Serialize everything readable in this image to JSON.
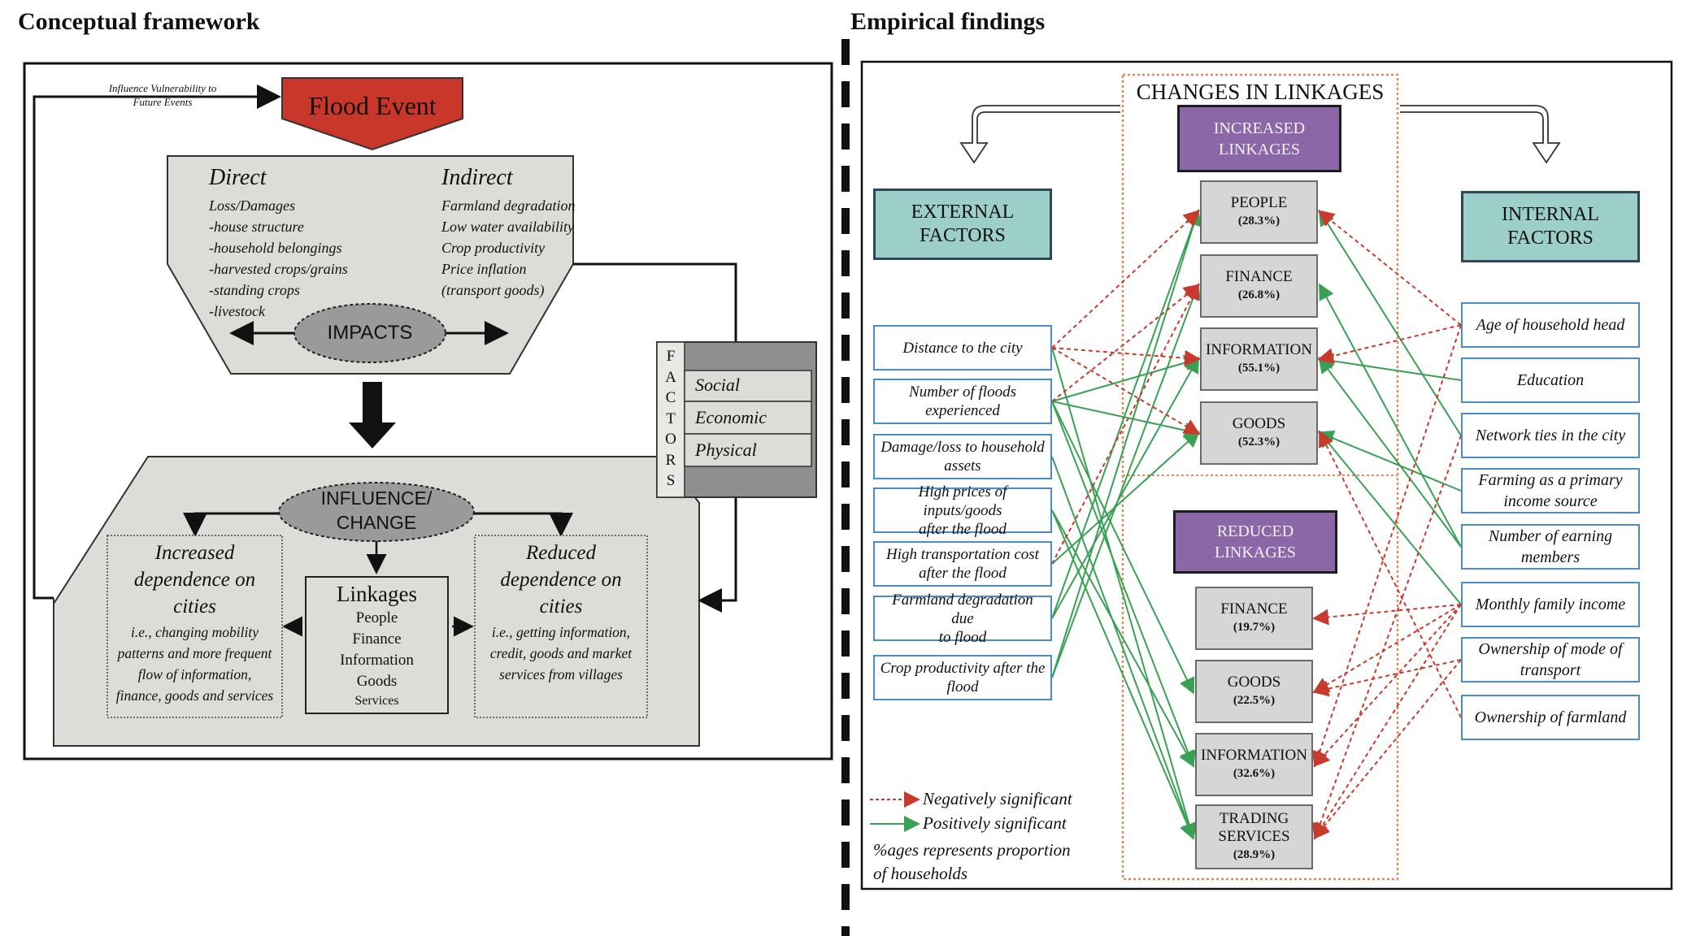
{
  "left": {
    "title": "Conceptual framework",
    "influence_label": [
      "Influence Vulnerability to",
      "Future Events"
    ],
    "flood_event": "Flood Event",
    "direct": {
      "heading": "Direct",
      "lines": [
        "Loss/Damages",
        "-house structure",
        "-household belongings",
        "-harvested crops/grains",
        "-standing crops",
        "-livestock"
      ]
    },
    "indirect": {
      "heading": "Indirect",
      "lines": [
        "Farmland degradation",
        "Low water availability",
        "Crop productivity",
        "Price inflation",
        "(transport goods)"
      ]
    },
    "impacts": "IMPACTS",
    "factors": {
      "vertical": [
        "F",
        "A",
        "C",
        "T",
        "O",
        "R",
        "S"
      ],
      "items": [
        "Social",
        "Economic",
        "Physical"
      ]
    },
    "influence_change": [
      "INFLUENCE/",
      "CHANGE"
    ],
    "increased": {
      "heading": [
        "Increased",
        "dependence on",
        "cities"
      ],
      "desc": [
        "i.e., changing mobility",
        "patterns and more frequent",
        "flow of information,",
        "finance, goods and services"
      ]
    },
    "linkages": {
      "heading": "Linkages",
      "items": [
        "People",
        "Finance",
        "Information",
        "Goods",
        "Services"
      ]
    },
    "reduced": {
      "heading": [
        "Reduced",
        "dependence on",
        "cities"
      ],
      "desc": [
        "i.e., getting information,",
        "credit, goods and market",
        "services from villages"
      ]
    }
  },
  "right": {
    "title": "Empirical findings",
    "changes_title": "CHANGES IN LINKAGES",
    "external_label": [
      "EXTERNAL",
      "FACTORS"
    ],
    "internal_label": [
      "INTERNAL",
      "FACTORS"
    ],
    "increased_label": [
      "INCREASED",
      "LINKAGES"
    ],
    "reduced_label": [
      "REDUCED",
      "LINKAGES"
    ],
    "external_factors": [
      [
        "Distance to the city"
      ],
      [
        "Number of floods",
        "experienced"
      ],
      [
        "Damage/loss to household",
        "assets"
      ],
      [
        "High prices of inputs/goods",
        "after the flood"
      ],
      [
        "High transportation cost",
        "after the flood"
      ],
      [
        "Farmland degradation due",
        "to flood"
      ],
      [
        "Crop productivity after the",
        "flood"
      ]
    ],
    "internal_factors": [
      [
        "Age of household head"
      ],
      [
        "Education"
      ],
      [
        "Network ties in the city"
      ],
      [
        "Farming as a primary",
        "income source"
      ],
      [
        "Number of earning",
        "members"
      ],
      [
        "Monthly family income"
      ],
      [
        "Ownership of mode of",
        "transport"
      ],
      [
        "Ownership of farmland"
      ]
    ],
    "increased_linkages": [
      {
        "name": [
          "PEOPLE"
        ],
        "pct": "(28.3%)"
      },
      {
        "name": [
          "FINANCE"
        ],
        "pct": "(26.8%)"
      },
      {
        "name": [
          "INFORMATION"
        ],
        "pct": "(55.1%)"
      },
      {
        "name": [
          "GOODS"
        ],
        "pct": "(52.3%)"
      }
    ],
    "reduced_linkages": [
      {
        "name": [
          "FINANCE"
        ],
        "pct": "(19.7%)"
      },
      {
        "name": [
          "GOODS"
        ],
        "pct": "(22.5%)"
      },
      {
        "name": [
          "INFORMATION"
        ],
        "pct": "(32.6%)"
      },
      {
        "name": [
          "TRADING",
          "SERVICES"
        ],
        "pct": "(28.9%)"
      }
    ],
    "legend": {
      "negative": "Negatively significant",
      "positive": "Positively significant",
      "note": [
        "%ages represents proportion",
        "of households"
      ]
    },
    "links_negative": [
      [
        "ext",
        0,
        "inc",
        0
      ],
      [
        "ext",
        0,
        "inc",
        2
      ],
      [
        "ext",
        0,
        "inc",
        3
      ],
      [
        "ext",
        1,
        "inc",
        1
      ],
      [
        "ext",
        4,
        "inc",
        1
      ],
      [
        "int",
        0,
        "inc",
        0
      ],
      [
        "int",
        0,
        "inc",
        2
      ],
      [
        "int",
        0,
        "red",
        2
      ],
      [
        "int",
        5,
        "red",
        0
      ],
      [
        "int",
        5,
        "red",
        1
      ],
      [
        "int",
        5,
        "red",
        2
      ],
      [
        "int",
        5,
        "red",
        3
      ],
      [
        "int",
        6,
        "red",
        1
      ],
      [
        "int",
        6,
        "red",
        3
      ],
      [
        "int",
        2,
        "red",
        3
      ],
      [
        "int",
        7,
        "inc",
        3
      ]
    ],
    "links_positive": [
      [
        "ext",
        1,
        "inc",
        2
      ],
      [
        "ext",
        1,
        "inc",
        3
      ],
      [
        "ext",
        1,
        "red",
        1
      ],
      [
        "ext",
        1,
        "red",
        2
      ],
      [
        "ext",
        2,
        "red",
        3
      ],
      [
        "ext",
        3,
        "red",
        2
      ],
      [
        "ext",
        3,
        "red",
        3
      ],
      [
        "ext",
        4,
        "inc",
        3
      ],
      [
        "ext",
        5,
        "inc",
        2
      ],
      [
        "ext",
        5,
        "inc",
        0
      ],
      [
        "ext",
        6,
        "inc",
        0
      ],
      [
        "ext",
        6,
        "inc",
        1
      ],
      [
        "ext",
        0,
        "red",
        3
      ],
      [
        "int",
        1,
        "inc",
        2
      ],
      [
        "int",
        3,
        "inc",
        3
      ],
      [
        "int",
        4,
        "inc",
        2
      ],
      [
        "int",
        4,
        "inc",
        1
      ],
      [
        "int",
        5,
        "inc",
        3
      ],
      [
        "int",
        2,
        "inc",
        0
      ]
    ]
  }
}
